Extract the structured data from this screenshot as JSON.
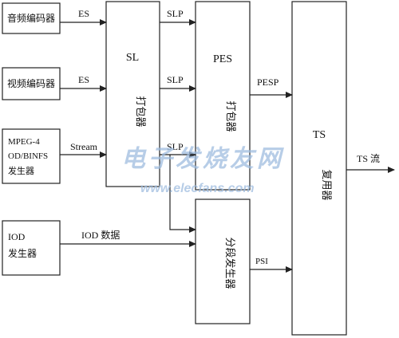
{
  "boxes": {
    "audio_encoder": "音频编码器",
    "video_encoder": "视频编码器",
    "mpeg4_line1": "MPEG-4",
    "mpeg4_line2": "OD/BINFS",
    "mpeg4_line3": "发生器",
    "sl_title": "SL",
    "sl_sub": "打包器",
    "pes_title": "PES",
    "pes_sub": "打包器",
    "ts_title": "TS",
    "ts_sub": "复用器",
    "iod_line1": "IOD",
    "iod_line2": "发生器",
    "segment_gen": "分段发生器"
  },
  "edge_labels": {
    "es_audio": "ES",
    "es_video": "ES",
    "stream": "Stream",
    "slp_1": "SLP",
    "slp_2": "SLP",
    "slp_3": "SLP",
    "pesp": "PESP",
    "iod_data": "IOD 数据",
    "psi": "PSI",
    "ts_stream": "TS 流"
  },
  "watermark": {
    "cn": "电子发烧友网",
    "url": "www.elecfans.com"
  },
  "colors": {
    "line": "#222222",
    "watermark": "#9fbde0"
  }
}
